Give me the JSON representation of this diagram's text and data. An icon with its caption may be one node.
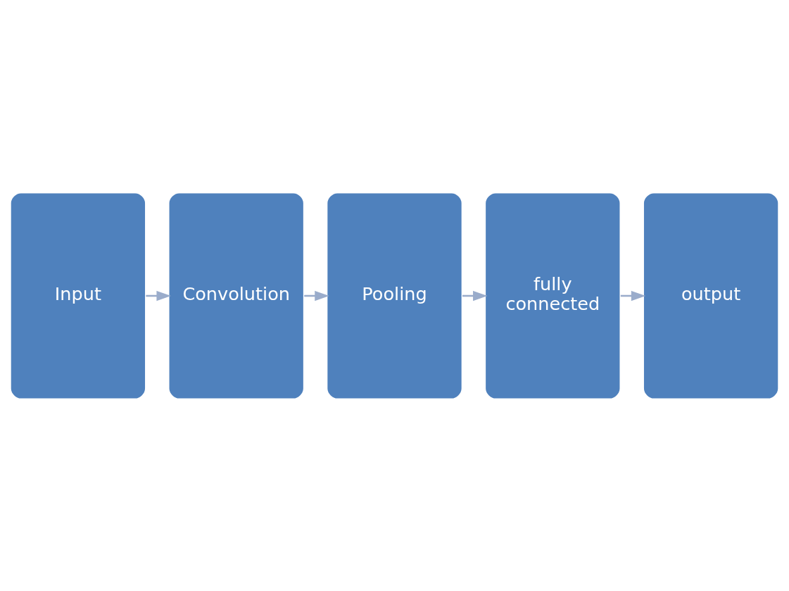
{
  "diagram": {
    "nodes": [
      {
        "text": [
          "Input"
        ]
      },
      {
        "text": [
          "Convolution"
        ]
      },
      {
        "text": [
          "Pooling"
        ]
      },
      {
        "text": [
          "fully connected"
        ]
      },
      {
        "text": [
          "output"
        ]
      }
    ],
    "edges": [
      {
        "from": 0,
        "to": 1,
        "arrow": "to"
      },
      {
        "from": 1,
        "to": 2,
        "arrow": "to"
      },
      {
        "from": 2,
        "to": 3,
        "arrow": "to"
      },
      {
        "from": 3,
        "to": 4,
        "arrow": "to"
      }
    ]
  }
}
